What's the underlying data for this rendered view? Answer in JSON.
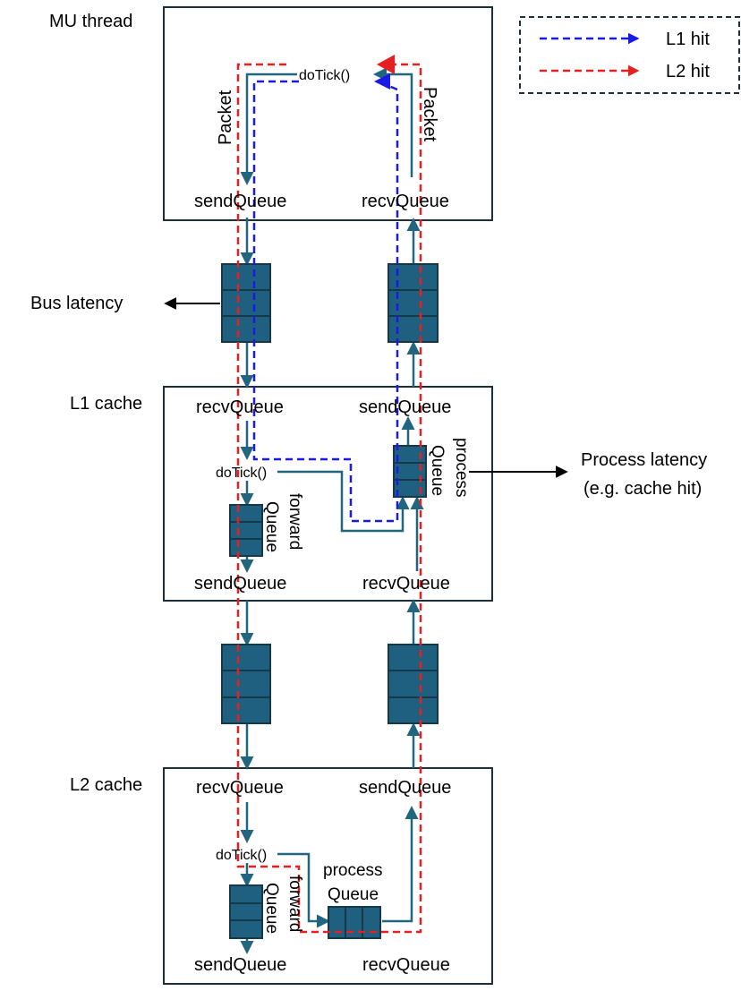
{
  "sections": {
    "mu": {
      "title": "MU thread",
      "send": "sendQueue",
      "recv": "recvQueue",
      "dotick": "doTick()",
      "packet_left": "Packet",
      "packet_right": "Packet"
    },
    "l1": {
      "title": "L1 cache",
      "recv": "recvQueue",
      "send": "sendQueue",
      "dotick": "doTick()",
      "forward_a": "forward",
      "forward_b": "Queue",
      "process_a": "process",
      "process_b": "Queue",
      "send_bottom": "sendQueue",
      "recv_bottom": "recvQueue"
    },
    "l2": {
      "title": "L2 cache",
      "recv": "recvQueue",
      "send": "sendQueue",
      "dotick": "doTick()",
      "forward_a": "forward",
      "forward_b": "Queue",
      "process_a": "process",
      "process_b": "Queue",
      "send_bottom": "sendQueue",
      "recv_bottom": "recvQueue"
    }
  },
  "annotations": {
    "bus_latency": "Bus latency",
    "process_latency_line1": "Process latency",
    "process_latency_line2": "(e.g. cache hit)"
  },
  "legend": {
    "items": [
      {
        "label": "L1 hit",
        "color": "#1a1ae6",
        "icon": "dashed-arrow-icon"
      },
      {
        "label": "L2 hit",
        "color": "#e62020",
        "icon": "dashed-arrow-icon"
      }
    ]
  },
  "colors": {
    "queue_fill": "#1f5f7f",
    "queue_stroke": "#16394a",
    "flow": "#21657f",
    "box_stroke": "#1d2f3a",
    "l1_path": "#1a1ae6",
    "l2_path": "#e62020"
  }
}
